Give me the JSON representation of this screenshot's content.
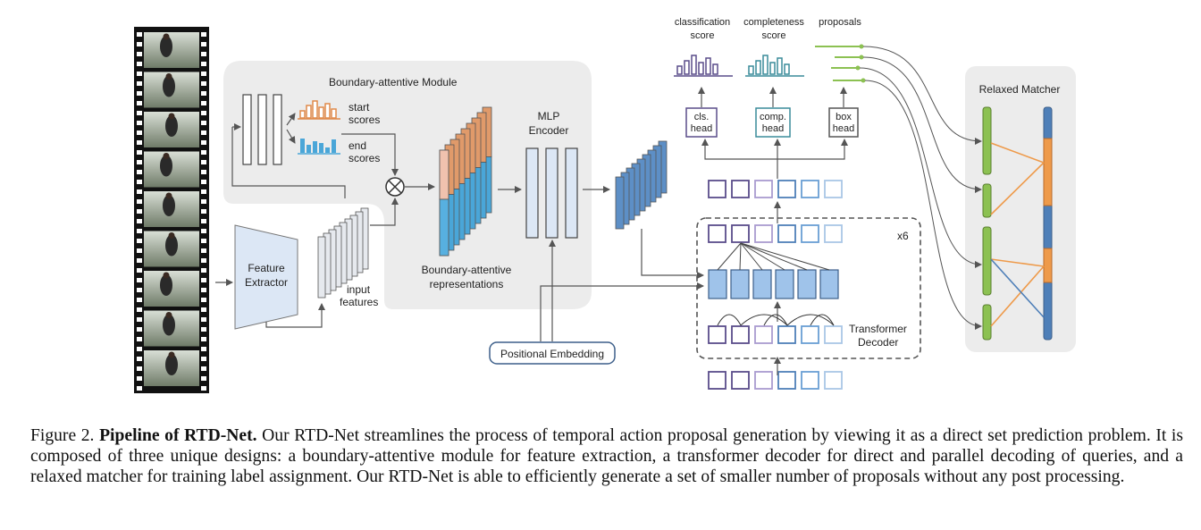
{
  "figure": {
    "labels": {
      "boundary_module": "Boundary-attentive Module",
      "start_scores": [
        "start",
        "scores"
      ],
      "end_scores": [
        "end",
        "scores"
      ],
      "feature_extractor": [
        "Feature",
        "Extractor"
      ],
      "input_features": [
        "input",
        "features"
      ],
      "boundary_repr": [
        "Boundary-attentive",
        "representations"
      ],
      "mlp_encoder": [
        "MLP",
        "Encoder"
      ],
      "positional_embedding": "Positional Embedding",
      "classification_score": [
        "classification",
        "score"
      ],
      "completeness_score": [
        "completeness",
        "score"
      ],
      "proposals": "proposals",
      "cls_head": [
        "cls.",
        "head"
      ],
      "comp_head": [
        "comp.",
        "head"
      ],
      "box_head": [
        "box",
        "head"
      ],
      "repeat": "x6",
      "transformer_decoder": [
        "Transformer",
        "Decoder"
      ],
      "relaxed_matcher": "Relaxed Matcher"
    },
    "colors": {
      "orange": "#e08a4a",
      "blue": "#4aa6d8",
      "dark_blue": "#4e7fb8",
      "green": "#8cc152",
      "purple": "#5a4d8a",
      "teal": "#3a8c9a"
    }
  },
  "caption": {
    "prefix": "Figure 2.",
    "title": "Pipeline of RTD-Net.",
    "body": "Our RTD-Net streamlines the process of temporal action proposal generation by viewing it as a direct set prediction problem. It is composed of three unique designs: a boundary-attentive module for feature extraction, a transformer decoder for direct and parallel decoding of queries, and a relaxed matcher for training label assignment. Our RTD-Net is able to efficiently generate a set of smaller number of proposals without any post processing."
  }
}
